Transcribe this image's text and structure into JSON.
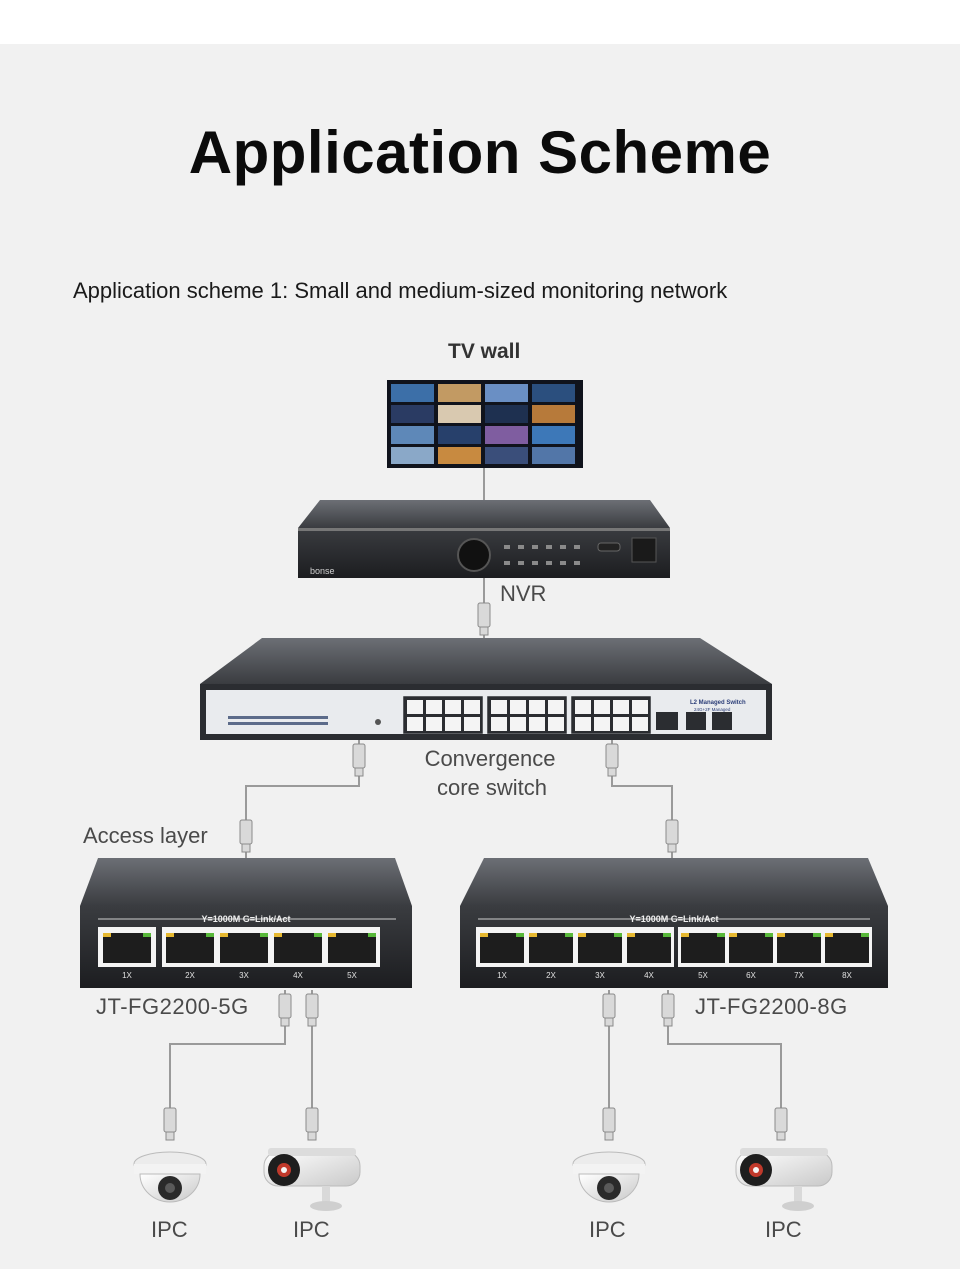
{
  "heading": "Application Scheme",
  "subheading": "Application scheme 1: Small and medium-sized monitoring network",
  "nodes": {
    "tv_wall": "TV wall",
    "nvr": "NVR",
    "core_switch_line1": "Convergence",
    "core_switch_line2": "core switch",
    "access_layer": "Access layer",
    "switch_5g_model": "JT-FG2200-5G",
    "switch_8g_model": "JT-FG2200-8G",
    "ipc": [
      "IPC",
      "IPC",
      "IPC",
      "IPC"
    ]
  },
  "device_text": {
    "nvr_brand": "bonse",
    "core_switch_badge": "L2 Managed Switch",
    "core_switch_badge_sub": "24G+2F Managed",
    "switch_led_legend": "Y=1000M  G=Link/Act",
    "ports_5g": [
      "1X",
      "2X",
      "3X",
      "4X",
      "5X"
    ],
    "ports_8g": [
      "1X",
      "2X",
      "3X",
      "4X",
      "5X",
      "6X",
      "7X",
      "8X"
    ]
  },
  "colors": {
    "background": "#f1f1f1",
    "cable": "#9a9a9a",
    "device_dark": "#2a2a2a"
  }
}
